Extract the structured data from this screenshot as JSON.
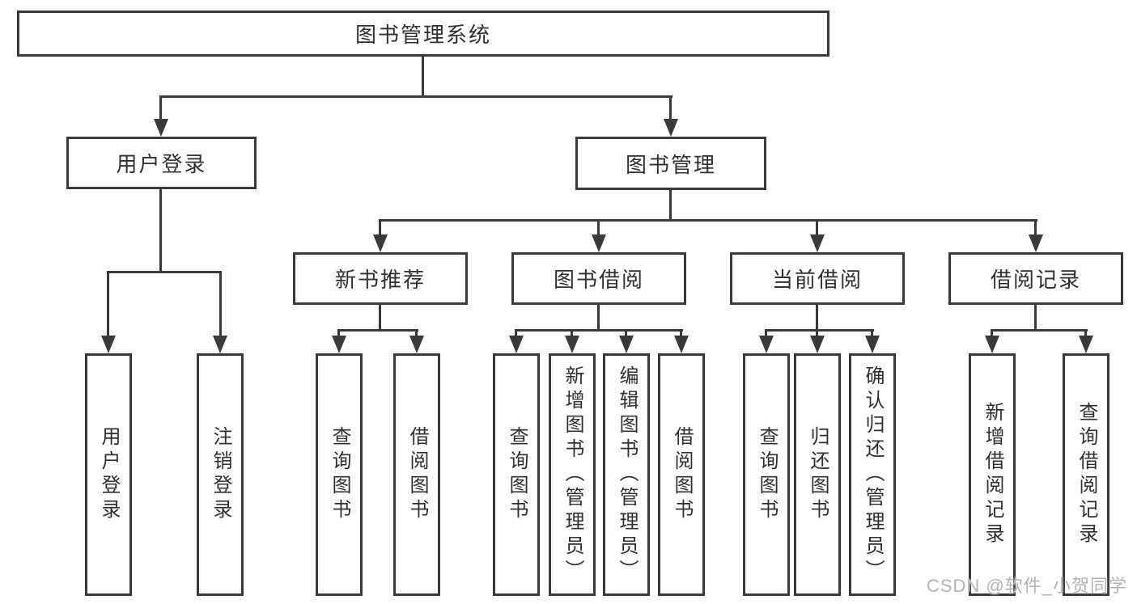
{
  "diagram": {
    "root": "图书管理系统",
    "level2": [
      "用户登录",
      "图书管理"
    ],
    "level3": [
      "新书推荐",
      "图书借阅",
      "当前借阅",
      "借阅记录"
    ],
    "leaves": {
      "under_user_login": [
        "用户登录",
        "注销登录"
      ],
      "under_new_book": [
        "查询图书",
        "借阅图书"
      ],
      "under_book_borrow": [
        "查询图书",
        "新增图书（管理员）",
        "编辑图书（管理员）",
        "借阅图书"
      ],
      "under_current_borrow": [
        "查询图书",
        "归还图书",
        "确认归还（管理员）"
      ],
      "under_records": [
        "新增借阅记录",
        "查询借阅记录"
      ]
    },
    "watermark": "CSDN @软件_小贺同学",
    "colors": {
      "line": "#3a3a3a",
      "text": "#303030",
      "watermark": "#b4b4b4",
      "background": "#ffffff"
    }
  }
}
